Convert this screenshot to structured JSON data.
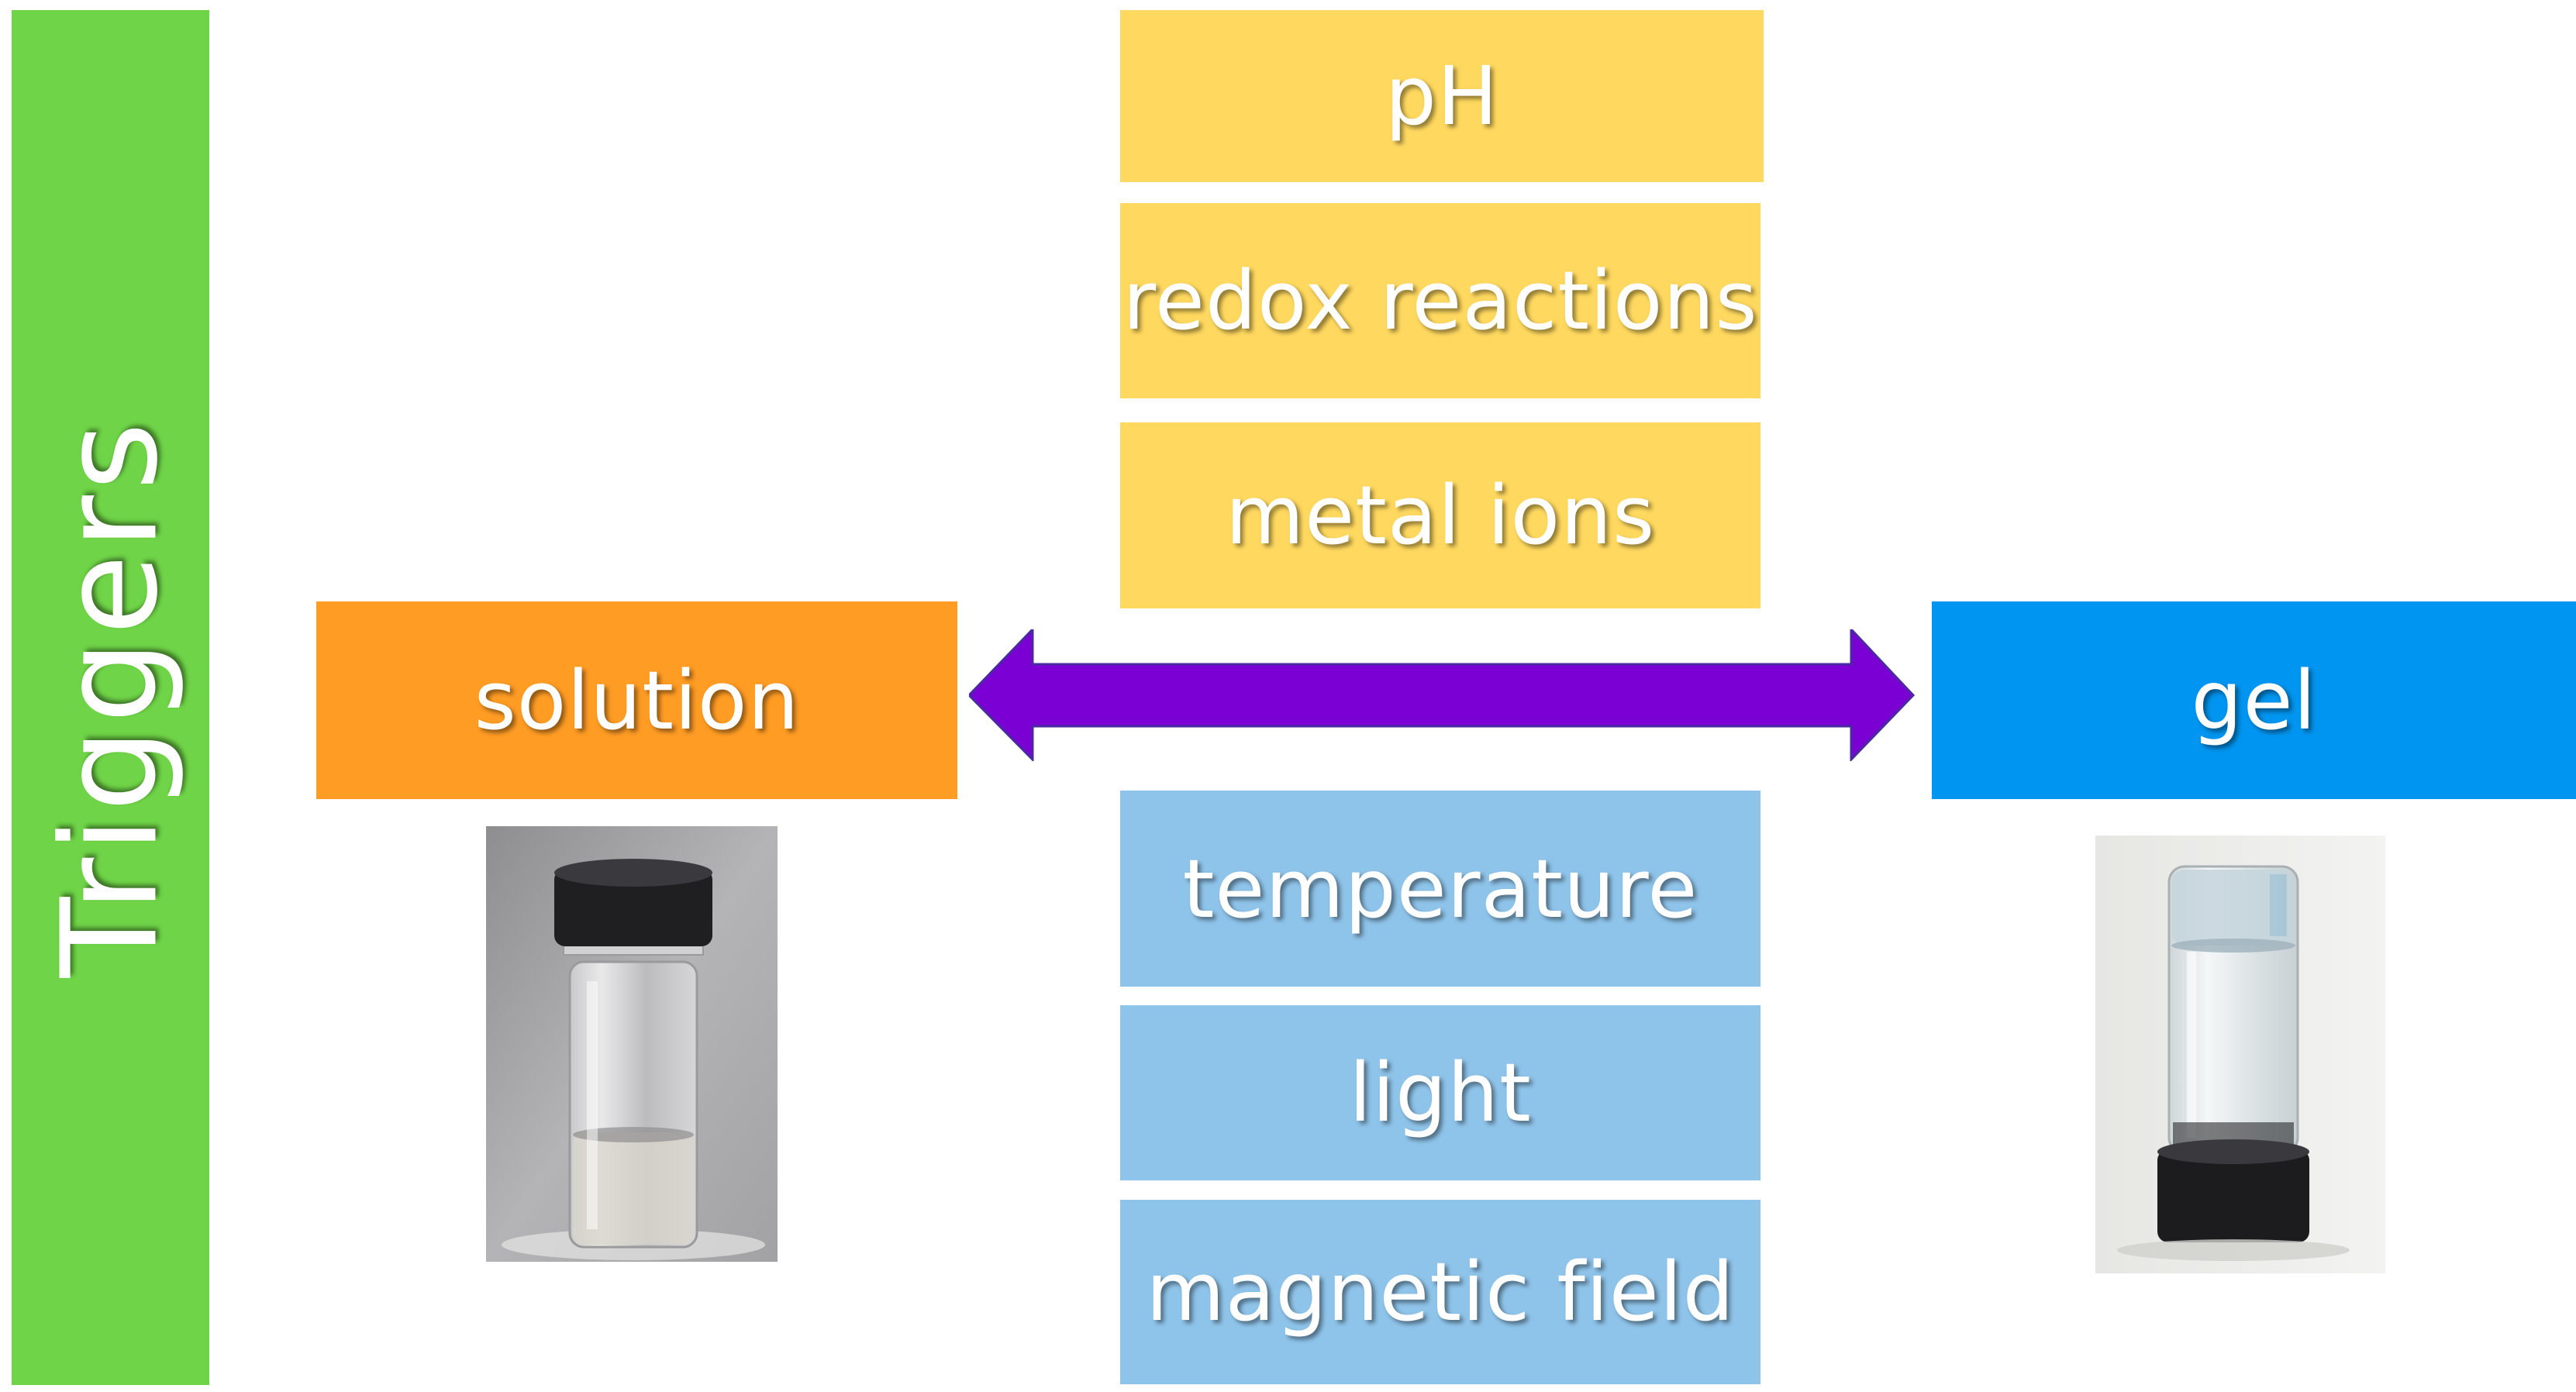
{
  "side_label": "Triggers",
  "states": {
    "left": "solution",
    "right": "gel"
  },
  "triggers_top": [
    "pH",
    "redox reactions",
    "metal ions"
  ],
  "triggers_bottom": [
    "temperature",
    "light",
    "magnetic field"
  ],
  "colors": {
    "side_bar": "#6fd447",
    "solution_box": "#ff9c24",
    "gel_box": "#0095f0",
    "top_triggers": "#ffd95f",
    "bottom_triggers": "#8fc4ea",
    "arrow": "#7a00d4"
  },
  "images": {
    "left": "vial-with-liquid-solution",
    "right": "inverted-vial-with-gel"
  }
}
